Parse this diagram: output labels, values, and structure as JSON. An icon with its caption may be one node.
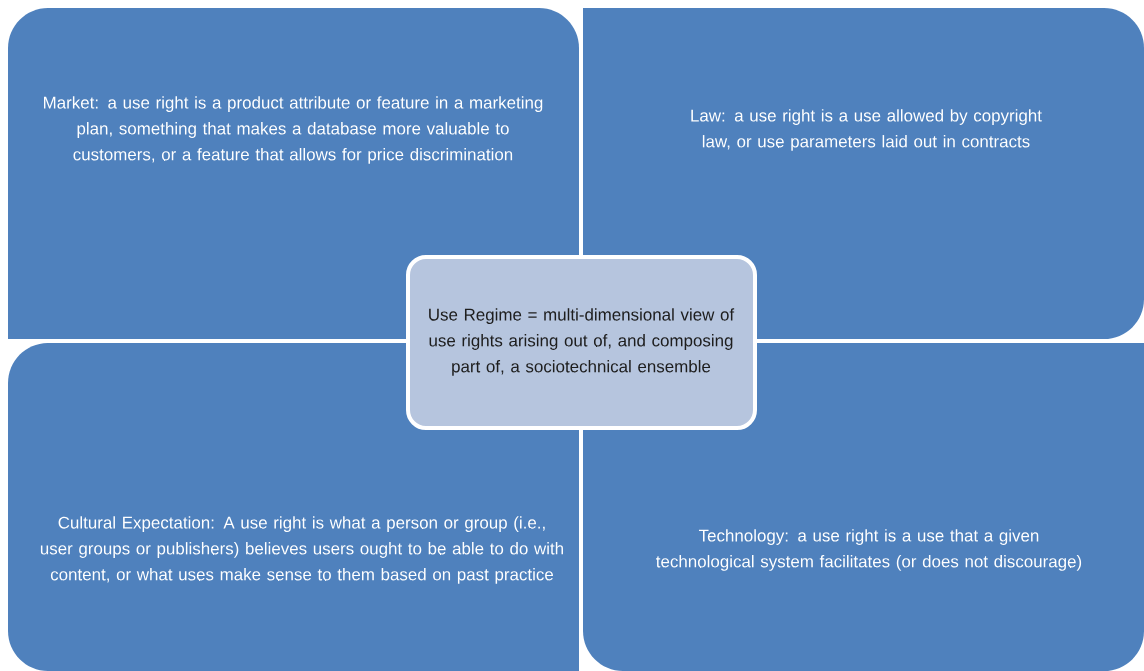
{
  "diagram": {
    "nodes": [
      {
        "text": [
          "Market: a use right is a product attribute or feature  in a marketing plan, something that makes a database more valuable to customers,  or a feature that allows for price discrimination"
        ]
      },
      {
        "text": [
          "Law: a use right is a use allowed by copyright law, or use parameters laid out in contracts"
        ]
      },
      {
        "text": [
          "Cultural Expectation: A use right is what a person or group (i.e., user groups or publishers) believes users ought to be able to do with content, or what uses make sense to them based on past practice"
        ]
      },
      {
        "text": [
          "Technology: a use right is a use that a given technological system facilitates (or  does not discourage)"
        ]
      },
      {
        "text": [
          "Use Regime = multi-dimensional view of use rights arising out of, and composing part of, a sociotechnical ensemble"
        ]
      }
    ]
  }
}
